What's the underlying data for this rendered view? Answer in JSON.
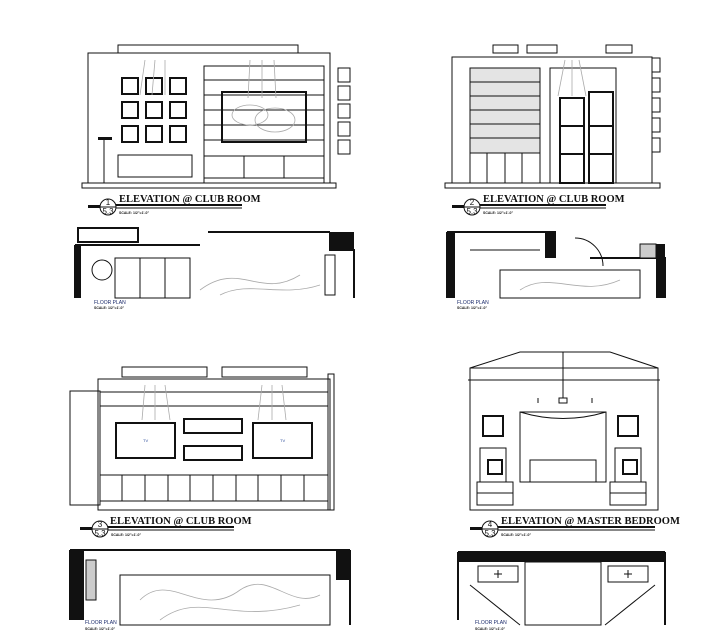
{
  "drawings": [
    {
      "number": "1",
      "sheet": "5.3",
      "title": "ELEVATION @ CLUB ROOM",
      "scale": "SCALE: 1/2\"=1'-0\"",
      "plan_label": "FLOOR PLAN",
      "plan_scale": "SCALE: 1/2\"=1'-0\""
    },
    {
      "number": "2",
      "sheet": "5.3",
      "title": "ELEVATION @ CLUB ROOM",
      "scale": "SCALE: 1/2\"=1'-0\"",
      "plan_label": "FLOOR PLAN",
      "plan_scale": "SCALE: 1/2\"=1'-0\""
    },
    {
      "number": "3",
      "sheet": "5.3",
      "title": "ELEVATION @ CLUB ROOM",
      "scale": "SCALE: 1/2\"=1'-0\"",
      "plan_label": "FLOOR PLAN",
      "plan_scale": "SCALE: 1/2\"=1'-0\"",
      "tv_labels": [
        "TV",
        "TV"
      ]
    },
    {
      "number": "4",
      "sheet": "5.3",
      "title": "ELEVATION @ MASTER BEDROOM",
      "scale": "SCALE: 1/2\"=1'-0\"",
      "plan_label": "FLOOR PLAN",
      "plan_scale": "SCALE: 1/2\"=1'-0\""
    }
  ]
}
